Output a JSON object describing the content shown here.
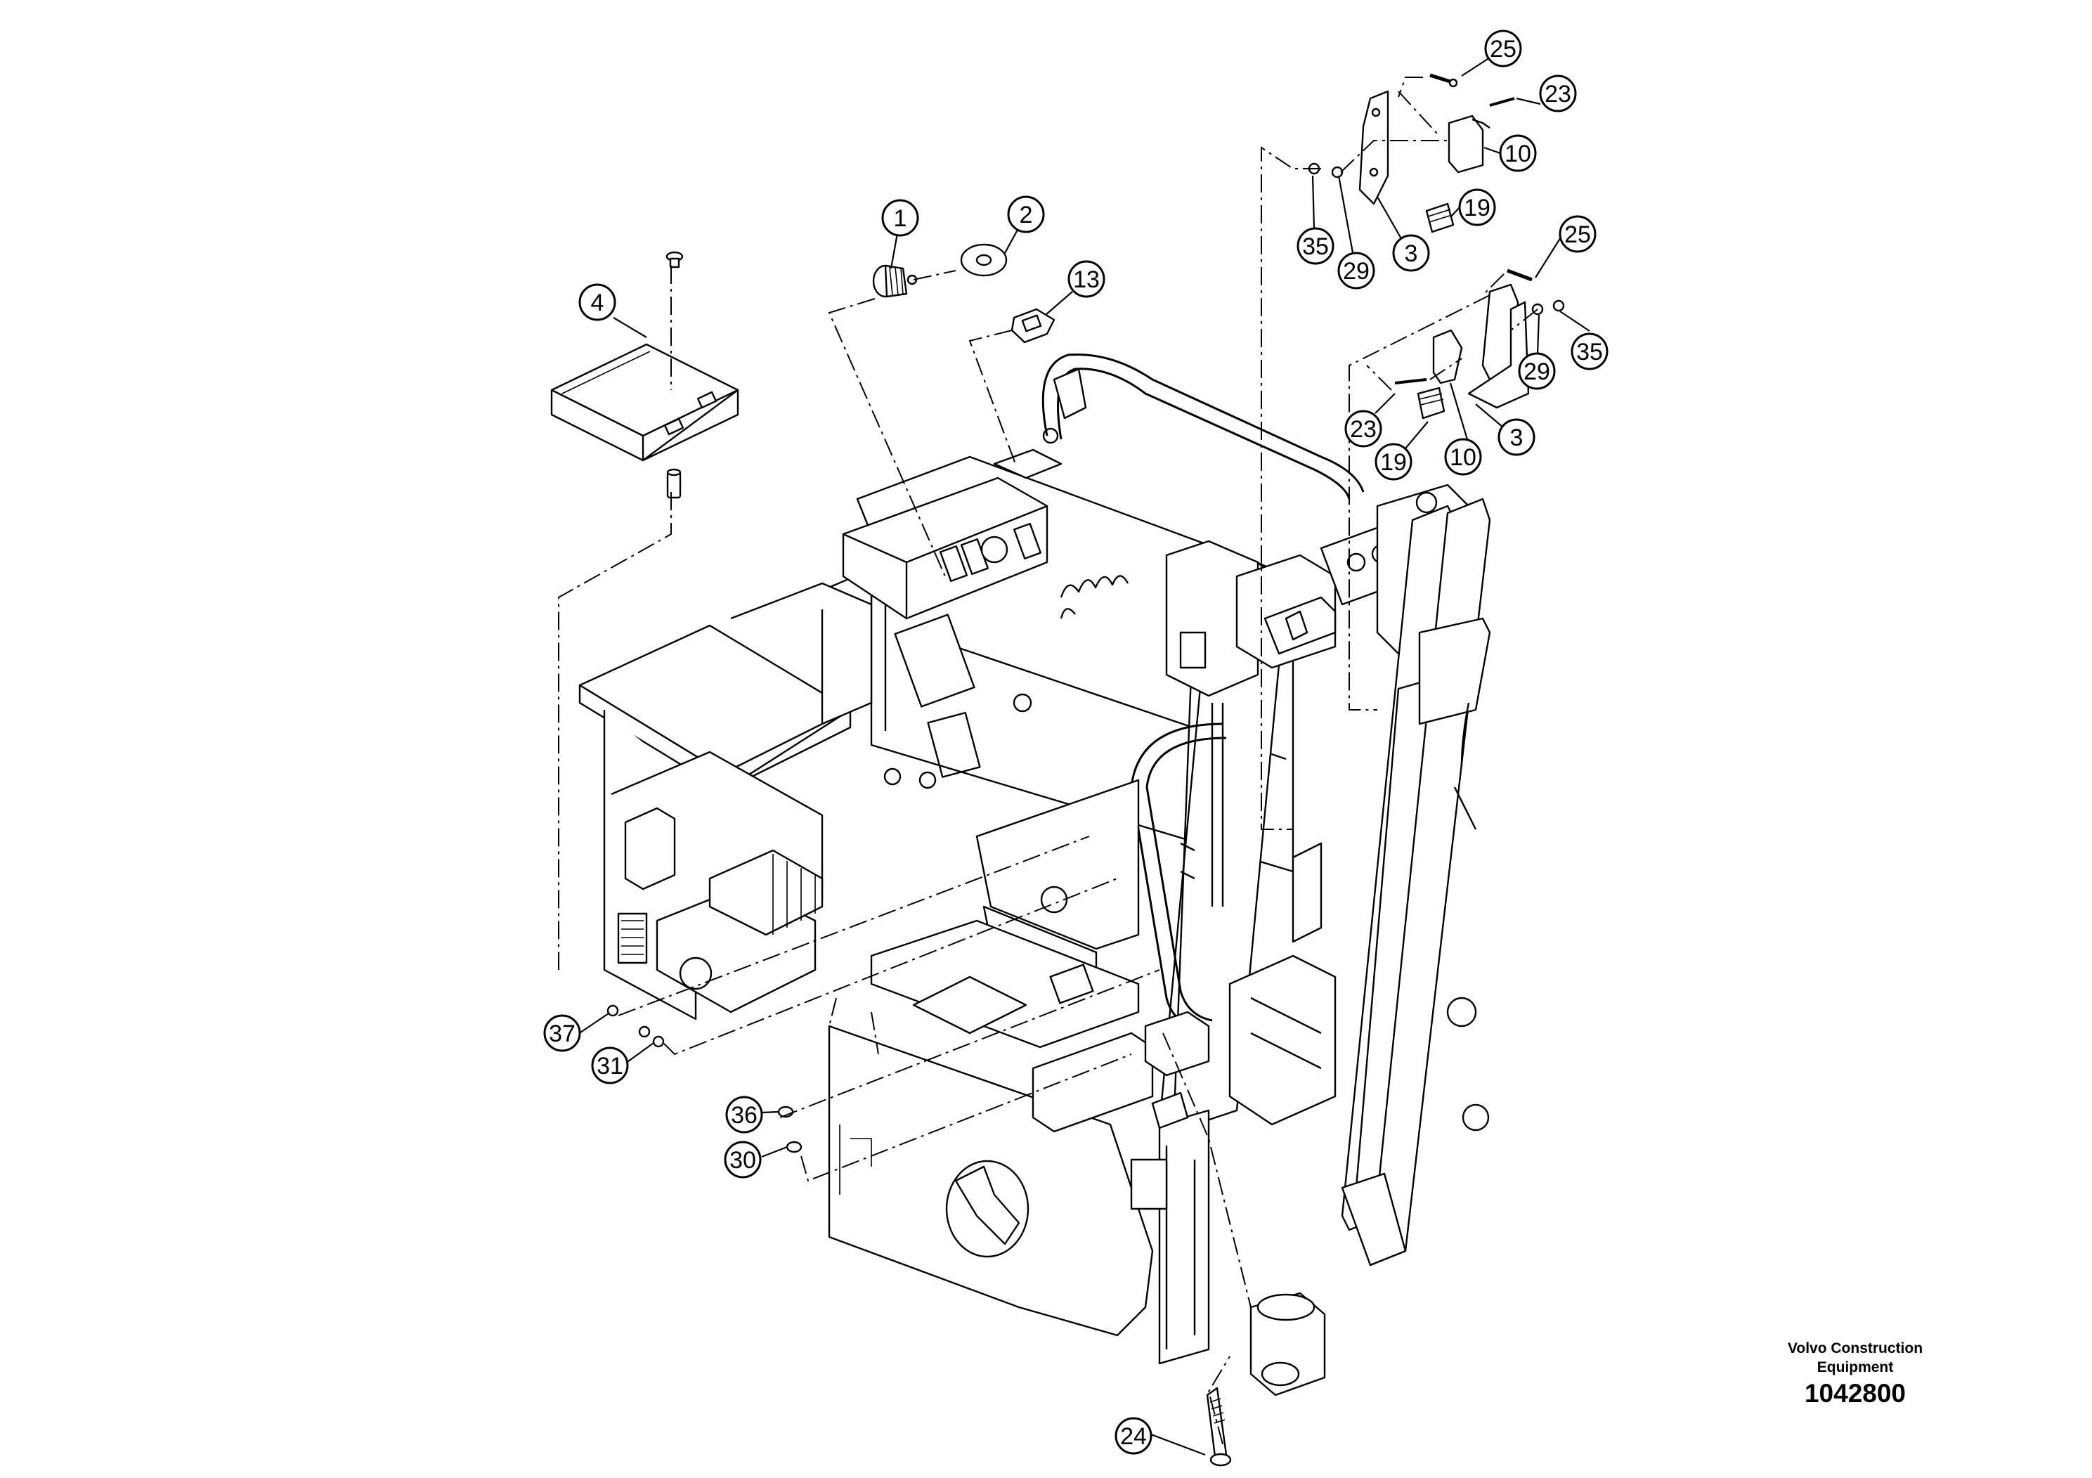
{
  "footer": {
    "company_line1": "Volvo Construction",
    "company_line2": "Equipment",
    "drawing_number": "1042800"
  },
  "callouts": [
    {
      "id": "c1",
      "label": "1"
    },
    {
      "id": "c2",
      "label": "2"
    },
    {
      "id": "c13",
      "label": "13"
    },
    {
      "id": "c4",
      "label": "4"
    },
    {
      "id": "c25a",
      "label": "25"
    },
    {
      "id": "c23a",
      "label": "23"
    },
    {
      "id": "c10a",
      "label": "10"
    },
    {
      "id": "c19a",
      "label": "19"
    },
    {
      "id": "c35a",
      "label": "35"
    },
    {
      "id": "c29a",
      "label": "29"
    },
    {
      "id": "c3a",
      "label": "3"
    },
    {
      "id": "c25b",
      "label": "25"
    },
    {
      "id": "c29b",
      "label": "29"
    },
    {
      "id": "c35b",
      "label": "35"
    },
    {
      "id": "c23b",
      "label": "23"
    },
    {
      "id": "c3b",
      "label": "3"
    },
    {
      "id": "c19b",
      "label": "19"
    },
    {
      "id": "c10b",
      "label": "10"
    },
    {
      "id": "c37",
      "label": "37"
    },
    {
      "id": "c31",
      "label": "31"
    },
    {
      "id": "c36",
      "label": "36"
    },
    {
      "id": "c30",
      "label": "30"
    },
    {
      "id": "c24",
      "label": "24"
    }
  ]
}
